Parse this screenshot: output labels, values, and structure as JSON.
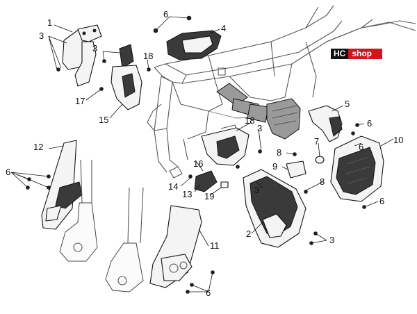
{
  "logo": {
    "part1": "HC",
    "part2": "shop",
    "colors": {
      "dark": "#111111",
      "accent": "#d4141b"
    }
  },
  "callouts": {
    "c1": "1",
    "c2": "2",
    "c3a": "3",
    "c3b": "3",
    "c3c": "3",
    "c3d": "3",
    "c3e": "3",
    "c4": "4",
    "c5": "5",
    "c6a": "6",
    "c6b": "6",
    "c6c": "6",
    "c6d": "6",
    "c6e": "6",
    "c6f": "6",
    "c7": "7",
    "c8a": "8",
    "c8b": "8",
    "c9": "9",
    "c10": "10",
    "c11": "11",
    "c12": "12",
    "c13": "13",
    "c14": "14",
    "c15": "15",
    "c16": "16",
    "c17": "17",
    "c18a": "18",
    "c18b": "18",
    "c19": "19"
  }
}
